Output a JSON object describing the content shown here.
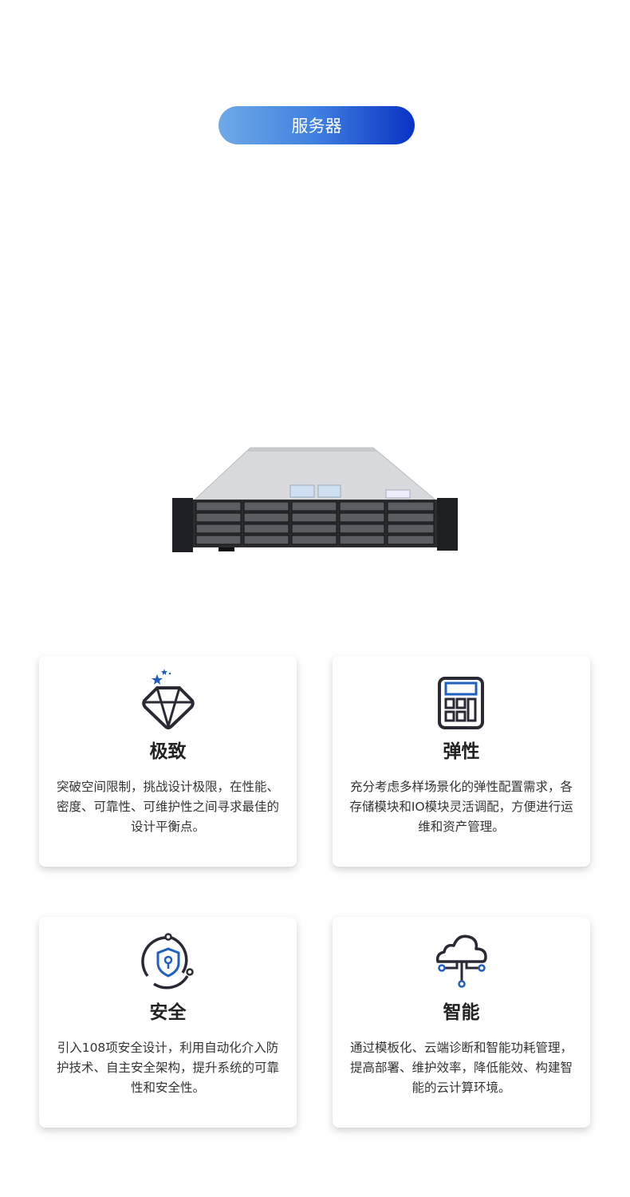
{
  "header": {
    "category_label": "服务器"
  },
  "features": [
    {
      "title": "极致",
      "description": "突破空间限制，挑战设计极限，在性能、密度、可靠性、可维护性之间寻求最佳的设计平衡点。",
      "icon": "diamond-icon"
    },
    {
      "title": "弹性",
      "description": "充分考虑多样场景化的弹性配置需求，各存储模块和IO模块灵活调配，方便进行运维和资产管理。",
      "icon": "calculator-icon"
    },
    {
      "title": "安全",
      "description": "引入108项安全设计，利用自动化介入防护技术、自主安全架构，提升系统的可靠性和安全性。",
      "icon": "shield-lock-icon"
    },
    {
      "title": "智能",
      "description": "通过模板化、云端诊断和智能功耗管理，提高部署、维护效率，降低能效、构建智能的云计算环境。",
      "icon": "cloud-network-icon"
    }
  ],
  "colors": {
    "accent": "#1f5fbf",
    "dark": "#2a2a35"
  }
}
